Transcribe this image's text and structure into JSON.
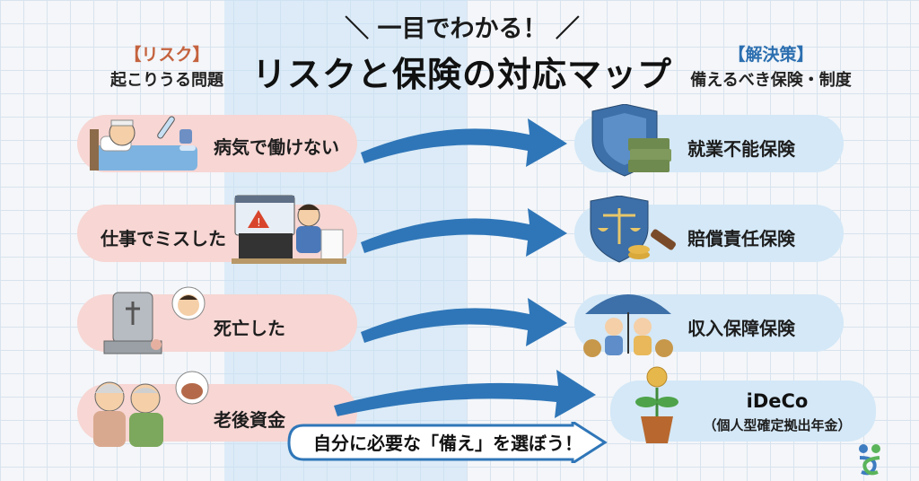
{
  "header": {
    "left_bracket": "【リスク】",
    "left_sub": "起こりうる問題",
    "title_top": "＼ 一目でわかる！ ／",
    "title_main": "リスクと保険の対応マップ",
    "right_bracket": "【解決策】",
    "right_sub": "備えるべき保険・制度"
  },
  "rows": [
    {
      "risk": "病気で働けない",
      "solution": "就業不能保険",
      "risk_icon": "sick-person-in-bed-icon",
      "solution_icon": "shield-money-icon"
    },
    {
      "risk": "仕事でミスした",
      "solution": "賠償責任保険",
      "risk_icon": "office-worker-warning-icon",
      "solution_icon": "scales-gavel-icon"
    },
    {
      "risk": "死亡した",
      "solution": "収入保障保険",
      "risk_icon": "gravestone-icon",
      "solution_icon": "umbrella-family-icon"
    },
    {
      "risk": "老後資金",
      "solution_title": "iDeCo",
      "solution_sub": "（個人型確定拠出年金）",
      "risk_icon": "elderly-couple-icon",
      "solution_icon": "money-plant-icon"
    }
  ],
  "banner": "自分に必要な「備え」を選ぼう！",
  "colors": {
    "risk_pill": "#f7d6d3",
    "solution_pill": "#d4e8f7",
    "arrow": "#2f76b8",
    "risk_accent": "#c4633f",
    "solution_accent": "#2c6fb0"
  }
}
